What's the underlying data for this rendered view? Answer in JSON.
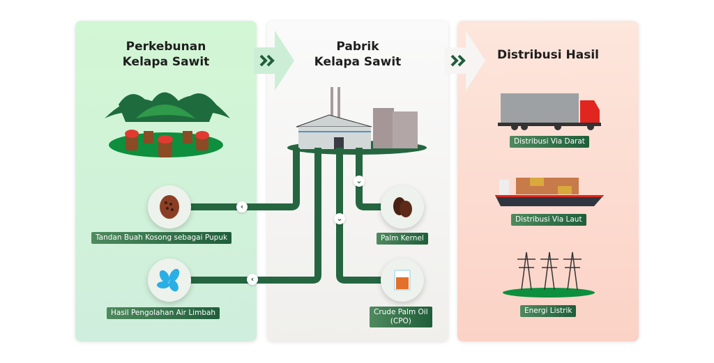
{
  "sections": [
    {
      "title": "Perkebunan\nKelapa Sawit"
    },
    {
      "title": "Pabrik\nKelapa Sawit"
    },
    {
      "title": "Distribusi Hasil"
    }
  ],
  "plantation_outputs": [
    {
      "label": "Tandan Buah Kosong sebagai Pupuk",
      "icon": "palm-fruit-bunch-icon"
    },
    {
      "label": "Hasil Pengolahan Air Limbah",
      "icon": "water-splash-icon"
    }
  ],
  "factory_outputs": [
    {
      "label": "Palm Kernel",
      "icon": "palm-kernel-icon"
    },
    {
      "label": "Crude Palm Oil\n(CPO)",
      "icon": "oil-beaker-icon"
    }
  ],
  "distribution": [
    {
      "label": "Distribusi Via Darat",
      "icon": "truck-icon"
    },
    {
      "label": "Distribusi Via Laut",
      "icon": "cargo-ship-icon"
    },
    {
      "label": "Energi Listrik",
      "icon": "power-pylon-icon"
    }
  ],
  "colors": {
    "pipe": "#256641",
    "plantation_bg": "#d2f7d4",
    "factory_bg": "#f5f5f3",
    "distribution_bg": "#fde0d4"
  }
}
